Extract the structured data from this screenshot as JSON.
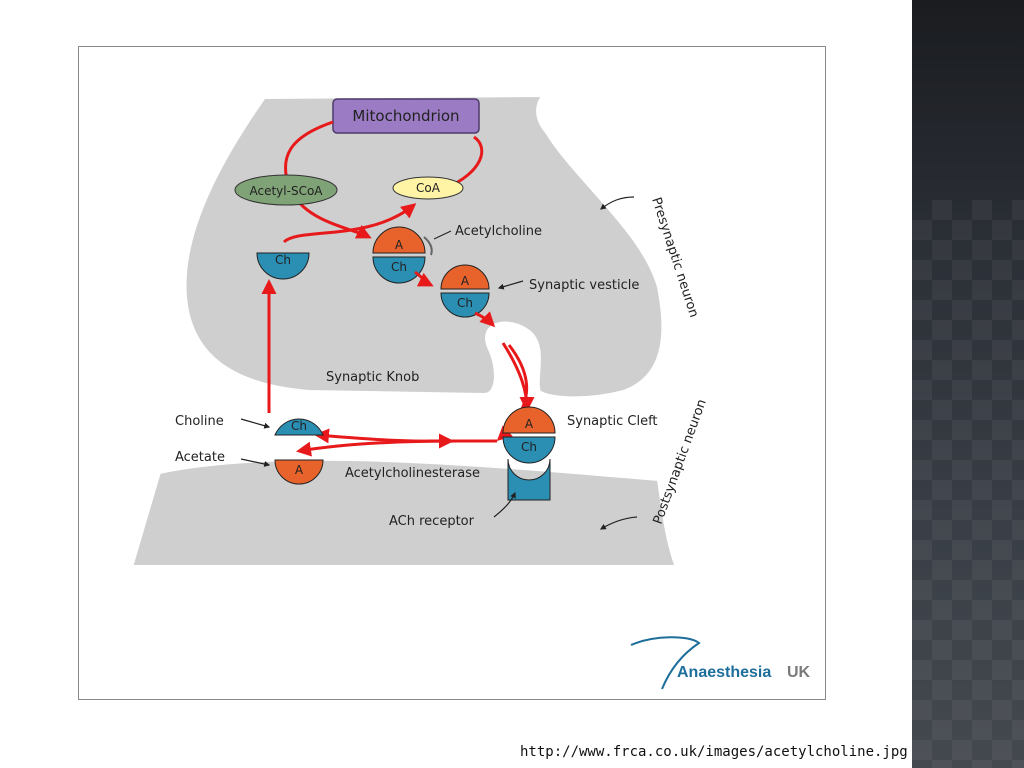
{
  "diagram": {
    "mitochondrion": "Mitochondrion",
    "acetyl_scoa": "Acetyl-SCoA",
    "coa": "CoA",
    "acetylcholine": "Acetylcholine",
    "synaptic_vesicle": "Synaptic vesticle",
    "presynaptic_neuron": "Presynaptic neuron",
    "synaptic_knob": "Synaptic Knob",
    "synaptic_cleft": "Synaptic Cleft",
    "postsynaptic_neuron": "Postsynaptic neuron",
    "choline": "Choline",
    "acetate": "Acetate",
    "acetylcholinesterase": "Acetylcholinesterase",
    "ach_receptor": "ACh receptor",
    "glyph_a": "A",
    "glyph_ch": "Ch"
  },
  "logo": {
    "name_main": "Anaesthesia",
    "name_suffix": "UK"
  },
  "colors": {
    "cell_gray": "#cfcfcf",
    "arrow_red": "#e8191b",
    "acetate_orange": "#e8632b",
    "choline_blue": "#2b8fb3",
    "mitochondrion_purple": "#9b7bc3",
    "acetyl_green": "#7fa277",
    "coa_yellow": "#fff3a6",
    "logo_blue": "#1d6e9b"
  },
  "footer": {
    "source": "http://www.frca.co.uk/images/acetylcholine.jpg"
  }
}
